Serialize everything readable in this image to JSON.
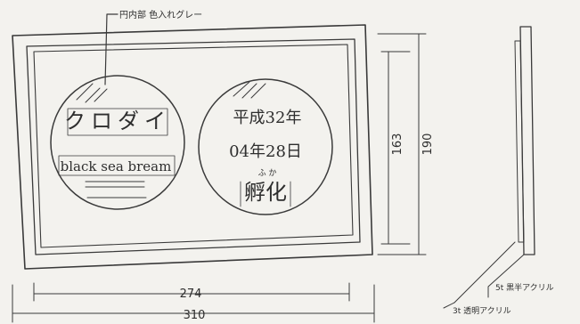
{
  "annotations": {
    "inner_circle_note": "円内部 色入れグレー",
    "outer_acrylic_note": "5t 黒半アクリル",
    "front_acrylic_note": "3t 透明アクリル"
  },
  "left_circle": {
    "title": "クロダイ",
    "subtitle": "black sea bream"
  },
  "right_circle": {
    "era_line": "平成32年",
    "date_line": "04年28日",
    "furigana": "ふ か",
    "event": "孵化"
  },
  "dimensions": {
    "inner_height": "163",
    "outer_height": "190",
    "inner_width": "274",
    "outer_width": "310"
  },
  "colors": {
    "ink": "#3a3a3a",
    "paper": "#f3f2ee"
  }
}
